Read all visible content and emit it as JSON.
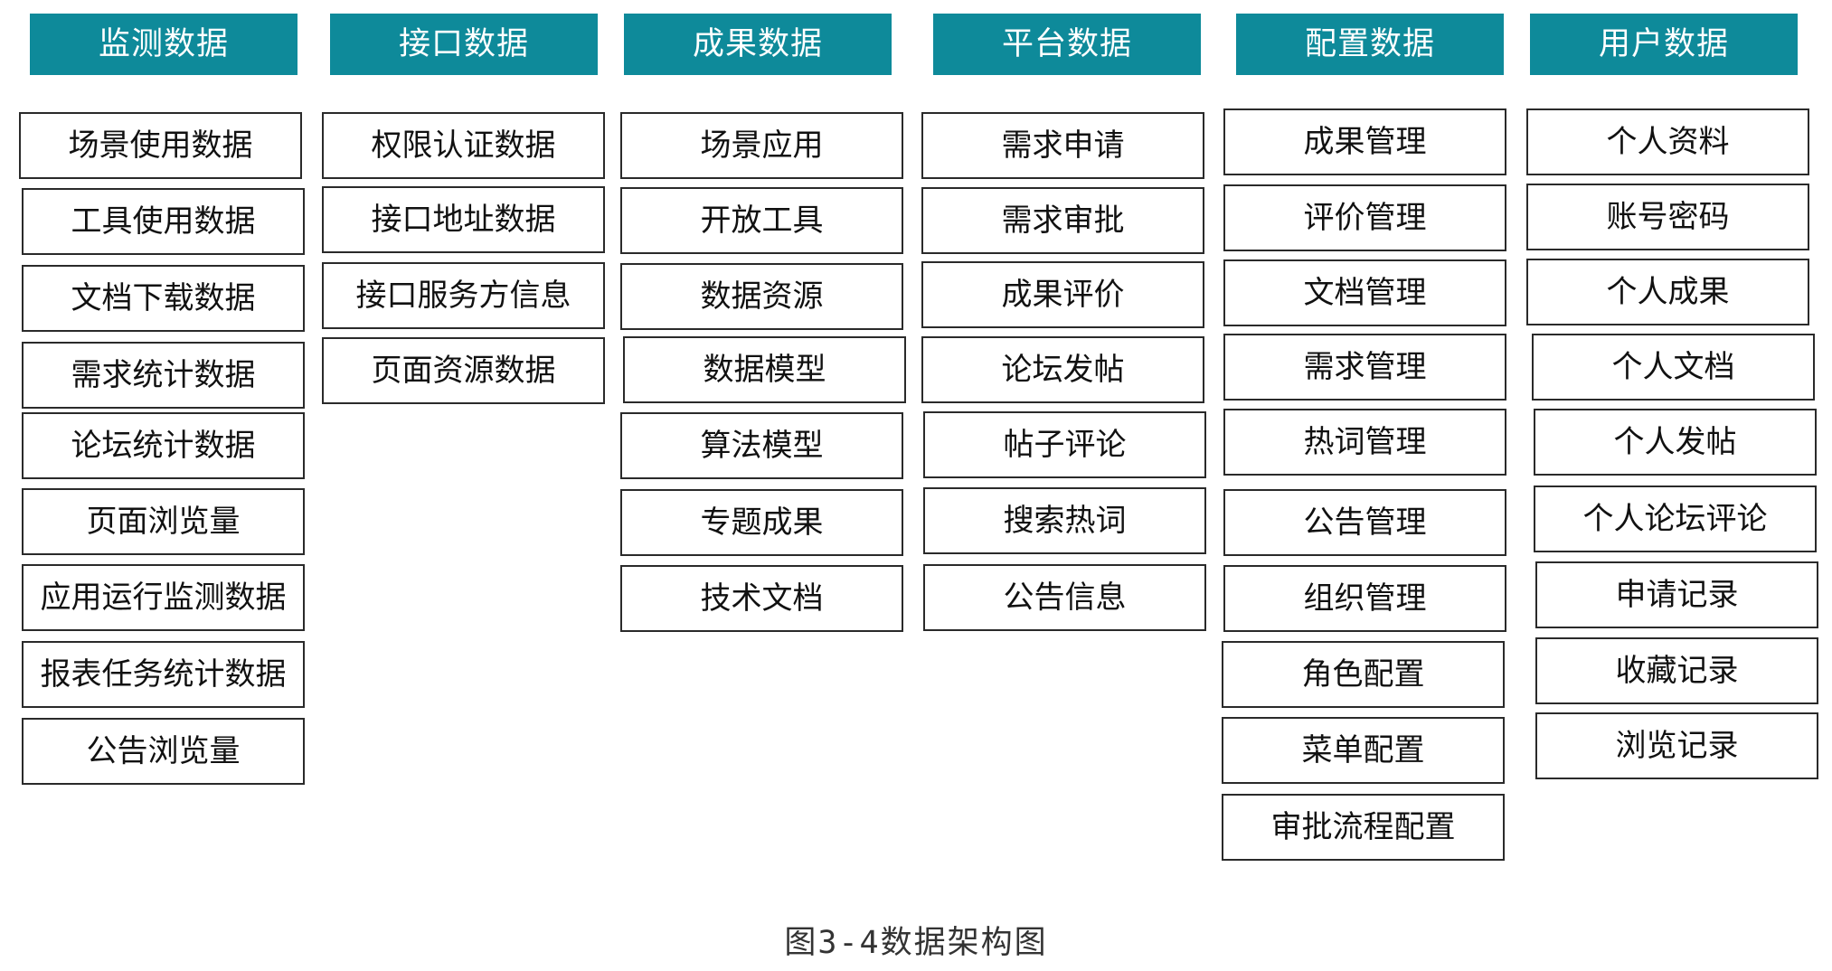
{
  "caption": "图3-4数据架构图",
  "colors": {
    "header_bg": "#0e8a9a",
    "header_text": "#ffffff",
    "box_border": "#2a2a2a",
    "box_text": "#111111"
  },
  "columns": [
    {
      "title": "监测数据",
      "items": [
        "场景使用数据",
        "工具使用数据",
        "文档下载数据",
        "需求统计数据",
        "论坛统计数据",
        "页面浏览量",
        "应用运行监测数据",
        "报表任务统计数据",
        "公告浏览量"
      ]
    },
    {
      "title": "接口数据",
      "items": [
        "权限认证数据",
        "接口地址数据",
        "接口服务方信息",
        "页面资源数据"
      ]
    },
    {
      "title": "成果数据",
      "items": [
        "场景应用",
        "开放工具",
        "数据资源",
        "数据模型",
        "算法模型",
        "专题成果",
        "技术文档"
      ]
    },
    {
      "title": "平台数据",
      "items": [
        "需求申请",
        "需求审批",
        "成果评价",
        "论坛发帖",
        "帖子评论",
        "搜索热词",
        "公告信息"
      ]
    },
    {
      "title": "配置数据",
      "items": [
        "成果管理",
        "评价管理",
        "文档管理",
        "需求管理",
        "热词管理",
        "公告管理",
        "组织管理",
        "角色配置",
        "菜单配置",
        "审批流程配置"
      ]
    },
    {
      "title": "用户数据",
      "items": [
        "个人资料",
        "账号密码",
        "个人成果",
        "个人文档",
        "个人发帖",
        "个人论坛评论",
        "申请记录",
        "收藏记录",
        "浏览记录"
      ]
    }
  ]
}
